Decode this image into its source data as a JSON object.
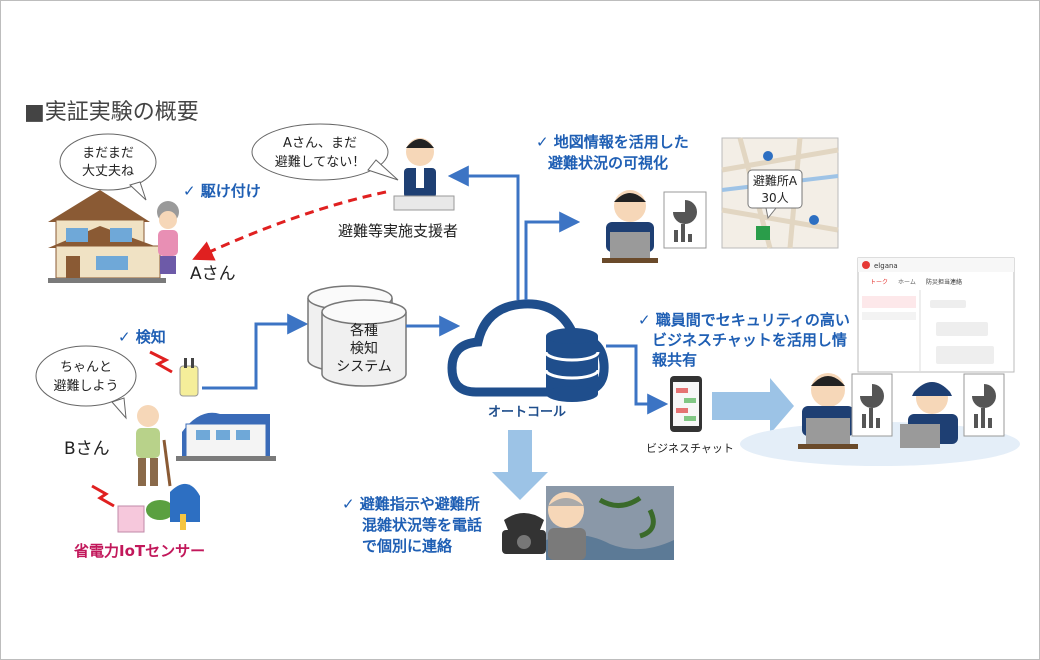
{
  "title": "■実証実験の概要",
  "bubble_a": [
    "まだまだ",
    "大丈夫ね"
  ],
  "bubble_supporter": [
    "Aさん、まだ",
    "避難してない！"
  ],
  "bubble_b": [
    "ちゃんと",
    "避難しよう"
  ],
  "label_kaketsuke": "✓  駆け付け",
  "label_a_san": "Aさん",
  "label_supporter": "避難等実施支援者",
  "label_kenchi": "✓ 検知",
  "label_b_san": "Bさん",
  "label_sensor": "省電力IoTセンサー",
  "db_lines": [
    "各種",
    "検知",
    "システム"
  ],
  "label_autocall": "オートコール",
  "map_heading": [
    "✓ 地図情報を活用した",
    "避難状況の可視化"
  ],
  "map_callout": [
    "避難所A",
    "30人"
  ],
  "chat_heading": [
    "✓ 職員間でセキュリティの高い",
    "ビジネスチャットを活用し情",
    "報共有"
  ],
  "label_business_chat": "ビジネスチャット",
  "phone_heading": [
    "✓  避難指示や避難所",
    "混雑状況等を電話",
    "で個別に連絡"
  ],
  "chat_ui": {
    "logo": "elgana",
    "tab1": "トーク",
    "tab2": "ホーム",
    "room": "防災担当連絡"
  },
  "colors": {
    "arrow": "#3c74c4",
    "dashed": "#e02020",
    "cloud": "#1f4e8c",
    "light_arrow": "#9cc3e6"
  }
}
